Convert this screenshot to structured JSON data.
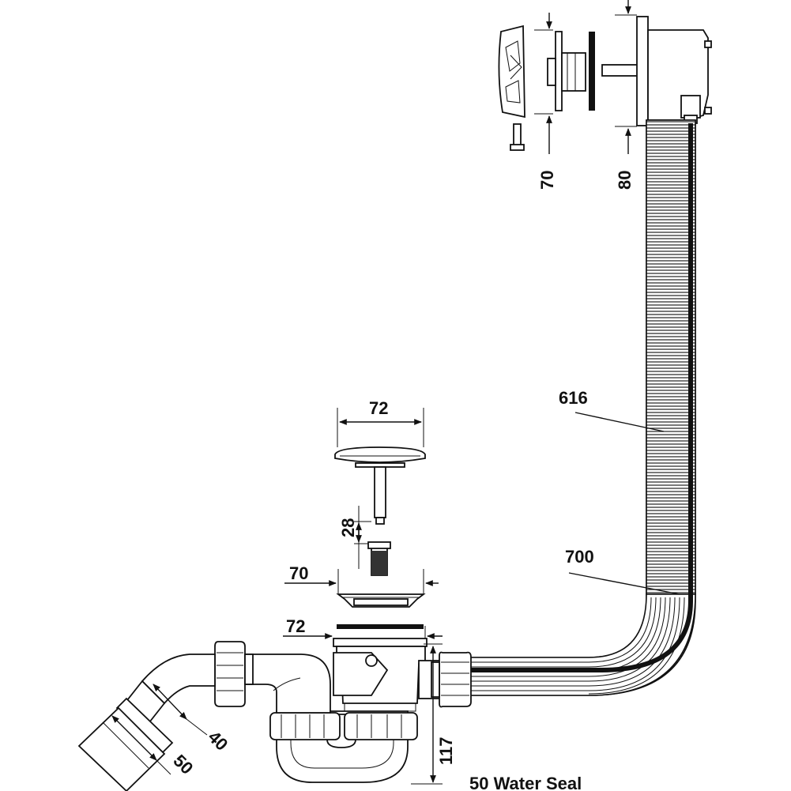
{
  "diagram": {
    "labels": {
      "overflow_plate_depth": "70",
      "overflow_body_depth": "80",
      "hose_overflow": "616",
      "hose_cable": "700",
      "plug_diameter": "72",
      "plug_stem": "28",
      "strainer_diameter": "70",
      "waste_flange": "72",
      "outlet_inner": "40",
      "outlet_outer": "50",
      "trap_height": "117",
      "water_seal": "50  Water Seal"
    },
    "colors": {
      "line": "#111111",
      "background": "#ffffff"
    }
  }
}
